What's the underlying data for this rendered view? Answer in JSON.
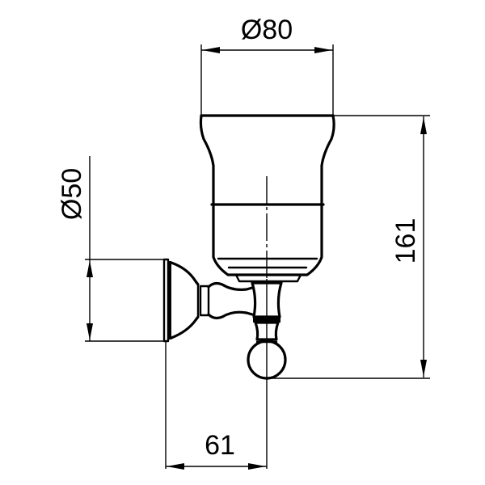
{
  "drawing": {
    "subject": "wall-mounted tumbler holder",
    "line_color": "#000000",
    "background": "#ffffff"
  },
  "dimensions": {
    "cup_diameter": {
      "label": "Ø80",
      "value": 80,
      "unit": "mm",
      "orientation": "horizontal"
    },
    "base_diameter": {
      "label": "Ø50",
      "value": 50,
      "unit": "mm",
      "orientation": "vertical"
    },
    "height": {
      "label": "161",
      "value": 161,
      "unit": "mm",
      "orientation": "vertical"
    },
    "projection": {
      "label": "61",
      "value": 61,
      "unit": "mm",
      "orientation": "horizontal"
    }
  }
}
